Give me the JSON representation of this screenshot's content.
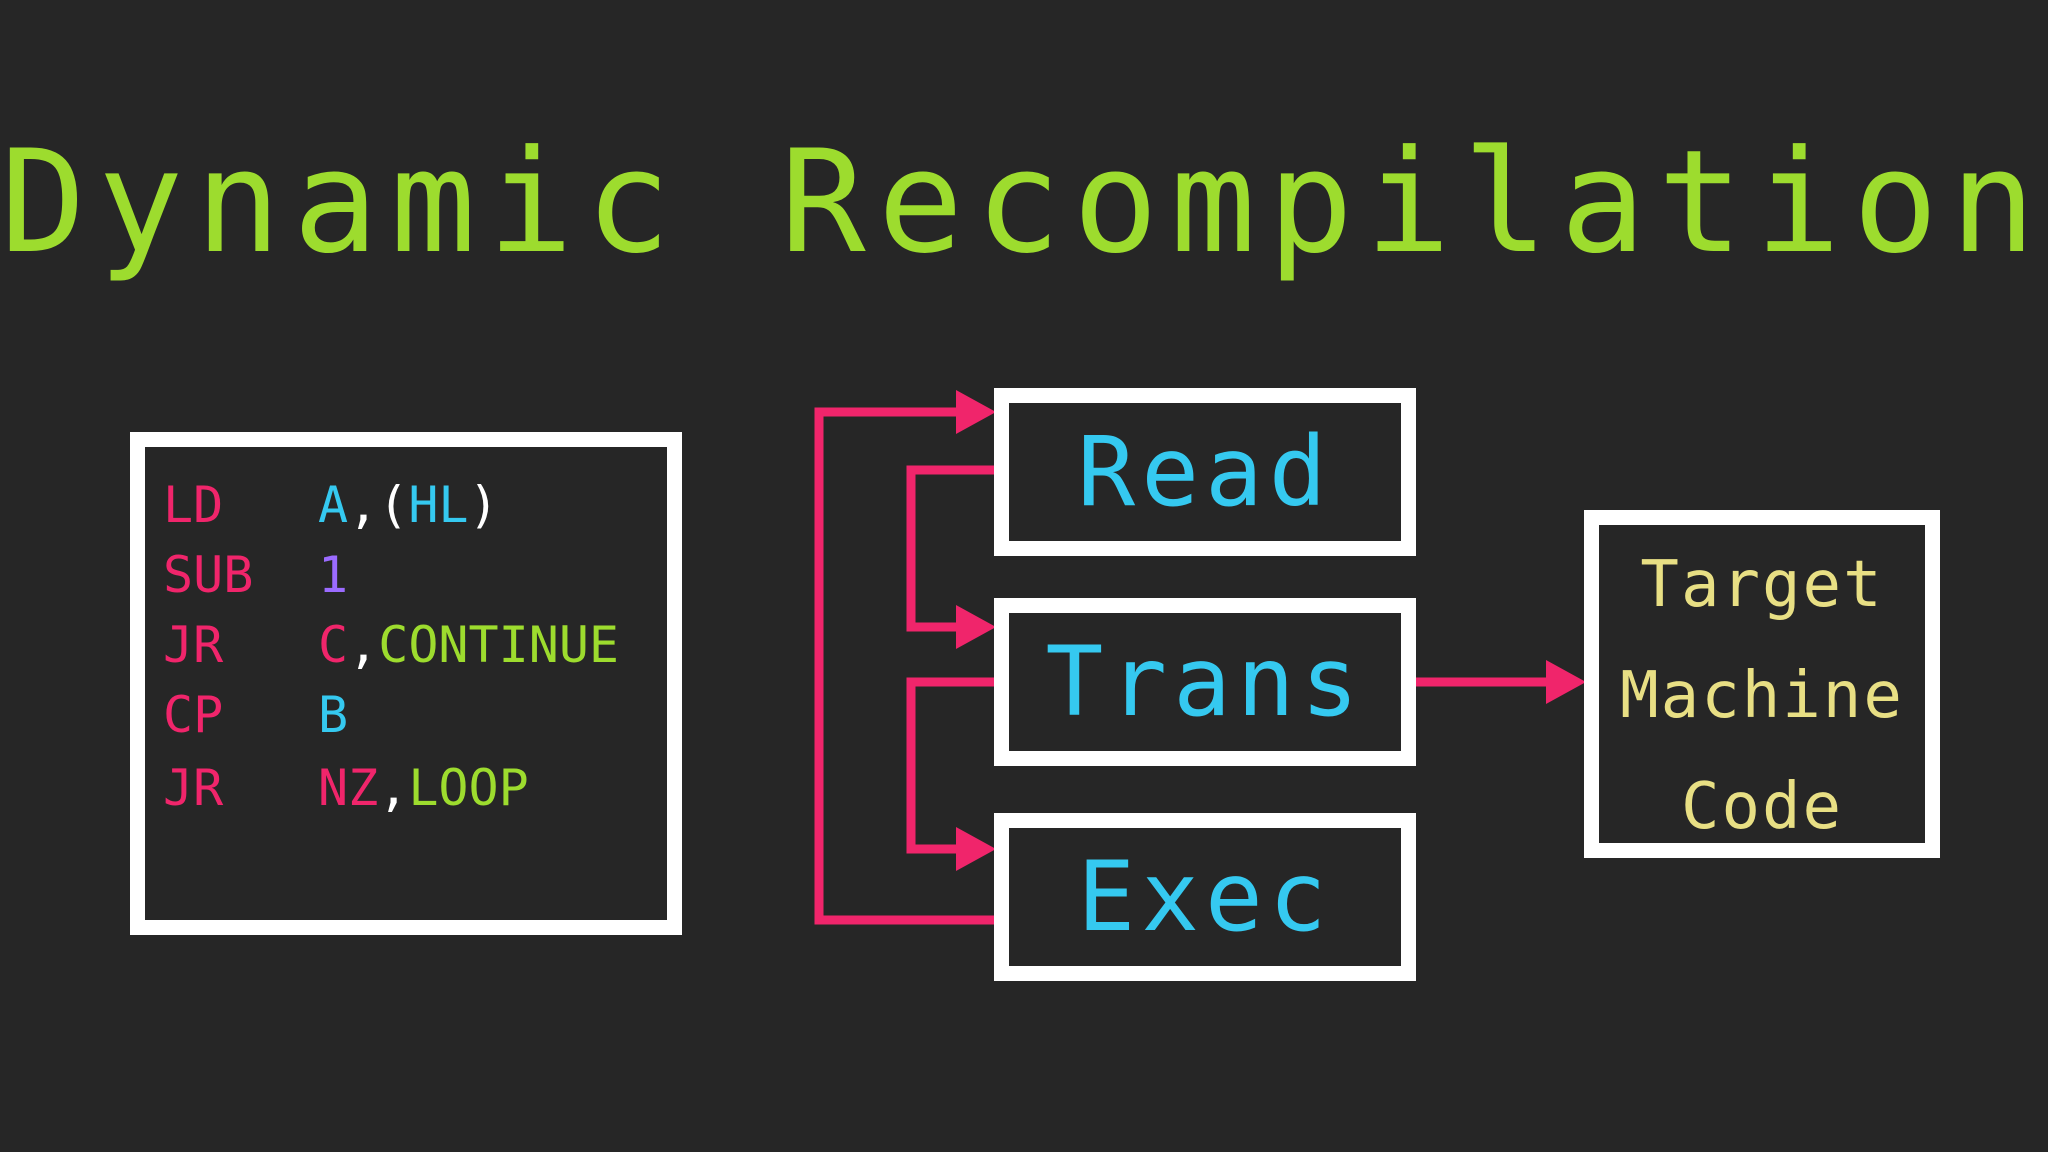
{
  "title": "Dynamic Recompilation",
  "colors": {
    "background": "#262626",
    "title": "#9ddc2e",
    "box_border": "#ffffff",
    "arrow": "#f0256b",
    "mnemonic": "#f0256b",
    "register": "#35c9f0",
    "number": "#9b6bff",
    "label": "#9ddc2e",
    "stage_text": "#35c9f0",
    "target_text": "#e8df84"
  },
  "code": {
    "lines": [
      {
        "op": "LD",
        "args": [
          {
            "text": "A",
            "color": "#35c9f0"
          },
          {
            "text": ",",
            "color": "#ffffff"
          },
          {
            "text": "(",
            "color": "#ffffff"
          },
          {
            "text": "HL",
            "color": "#35c9f0"
          },
          {
            "text": ")",
            "color": "#ffffff"
          }
        ]
      },
      {
        "op": "SUB",
        "args": [
          {
            "text": "1",
            "color": "#9b6bff"
          }
        ]
      },
      {
        "op": "JR",
        "args": [
          {
            "text": "C",
            "color": "#f0256b"
          },
          {
            "text": ",",
            "color": "#ffffff"
          },
          {
            "text": "CONTINUE",
            "color": "#9ddc2e"
          }
        ]
      },
      {
        "op": "CP",
        "args": [
          {
            "text": "B",
            "color": "#35c9f0"
          }
        ]
      },
      {
        "op": "JR",
        "args": [
          {
            "text": "NZ",
            "color": "#f0256b"
          },
          {
            "text": ",",
            "color": "#ffffff"
          },
          {
            "text": "LOOP",
            "color": "#9ddc2e"
          }
        ]
      }
    ]
  },
  "stages": {
    "read": "Read",
    "trans": "Trans",
    "exec": "Exec"
  },
  "target": {
    "lines": [
      "Target",
      "Machine",
      "Code"
    ]
  }
}
